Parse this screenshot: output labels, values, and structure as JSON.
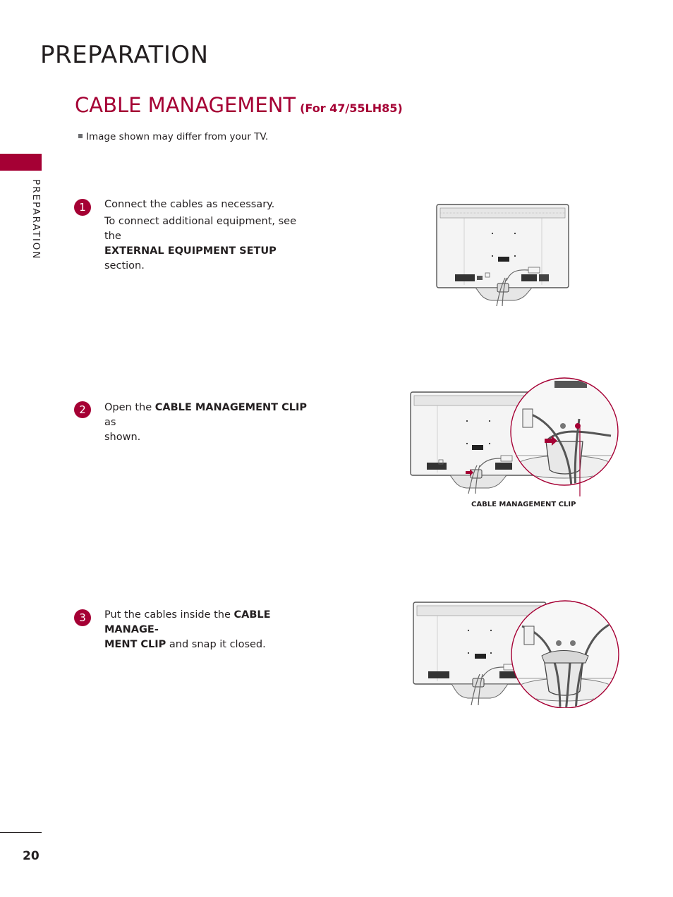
{
  "page": {
    "heading": "PREPARATION",
    "side_label": "PREPARATION",
    "number": "20"
  },
  "section": {
    "title": "CABLE MANAGEMENT",
    "subtitle": "(For 47/55LH85)",
    "note": "Image shown may differ from your TV."
  },
  "steps": [
    {
      "number": "1",
      "line1": "Connect the cables as necessary.",
      "line2": "To connect additional equipment, see the",
      "bold": "EXTERNAL EQUIPMENT SETUP",
      "after": " section."
    },
    {
      "number": "2",
      "before": "Open the ",
      "bold": "CABLE MANAGEMENT CLIP",
      "after": " as",
      "line2": "shown."
    },
    {
      "number": "3",
      "before": "Put the cables inside the ",
      "bold1": "CABLE MANAGE-",
      "bold2": "MENT CLIP",
      "after": " and snap it closed."
    }
  ],
  "figures": {
    "callout_label": "CABLE MANAGEMENT CLIP"
  },
  "colors": {
    "accent": "#a50034",
    "text": "#231f20"
  }
}
